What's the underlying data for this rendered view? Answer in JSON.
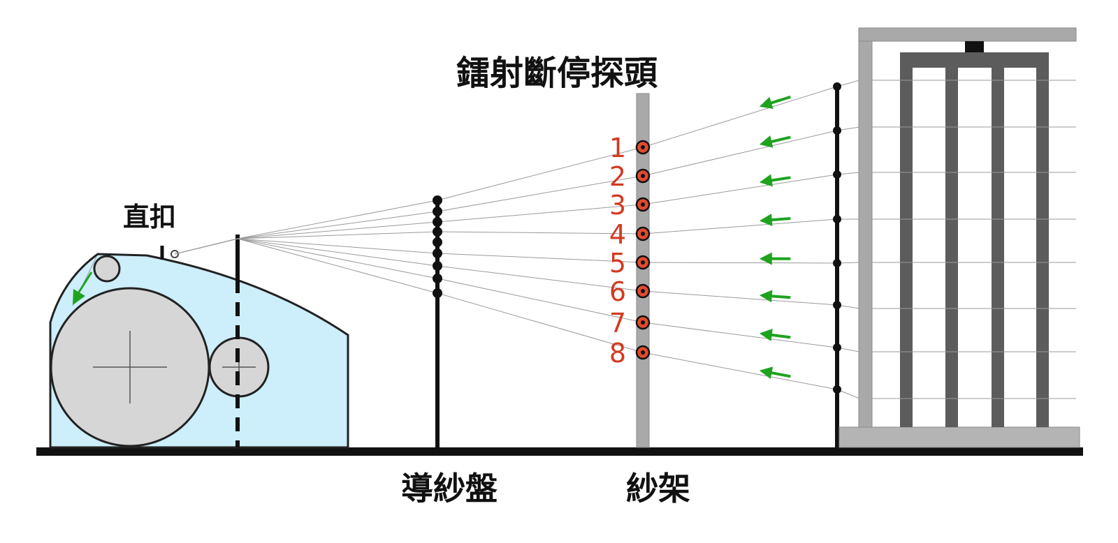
{
  "labels": {
    "title": "鐳射斷停探頭",
    "reed": "直扣",
    "guide_disc": "導紗盤",
    "creel": "紗架"
  },
  "sensor_numbers": [
    "1",
    "2",
    "3",
    "4",
    "5",
    "6",
    "7",
    "8"
  ],
  "colors": {
    "machine_fill": "#cdeefb",
    "roller_fill": "#d6d6d6",
    "creel_light": "#a9a9a9",
    "creel_dark": "#5c5c5c",
    "arrow": "#1fa31f",
    "sensor": "#c8281c",
    "number": "#d23a22",
    "yarn": "#9a9a9a",
    "ink": "#111111"
  },
  "icons": {
    "sensor": "laser-sensor-icon",
    "arrow": "yarn-direction-arrow-icon"
  }
}
